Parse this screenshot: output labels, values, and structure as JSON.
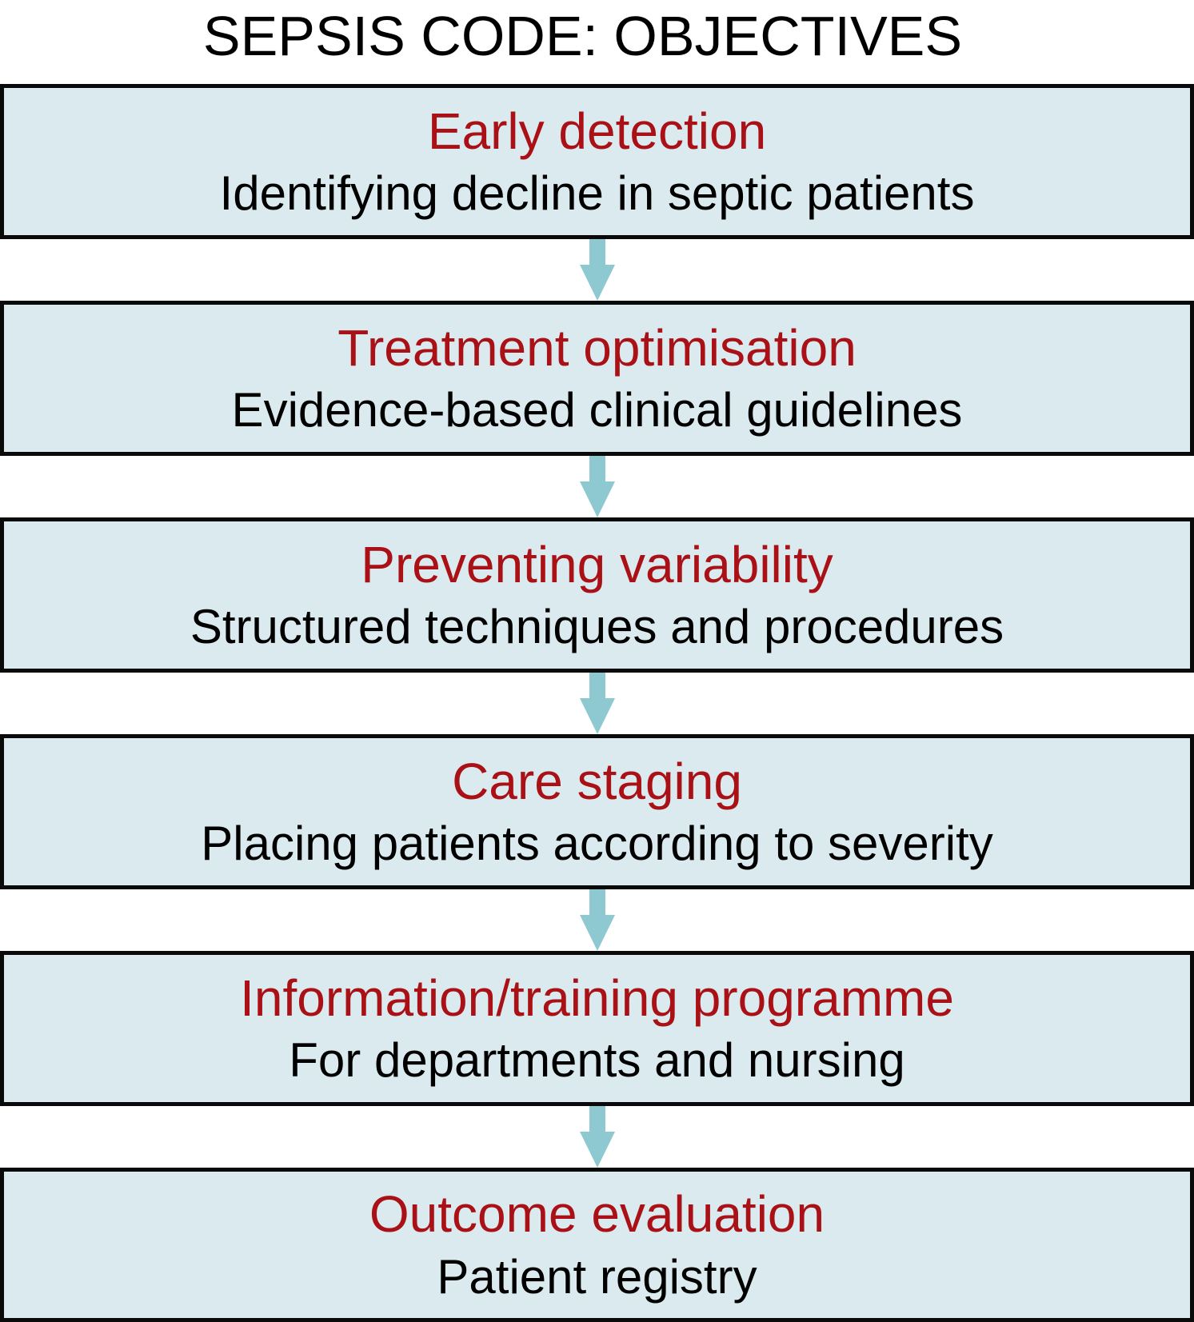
{
  "title": "SEPSIS CODE: OBJECTIVES",
  "colors": {
    "box_fill": "#daeaee",
    "box_border": "#0a0a0a",
    "heading_red": "#a91116",
    "arrow_teal": "#8ec9d2",
    "text_black": "#000000"
  },
  "flow": {
    "arrow_icon": "down-arrow-icon",
    "steps": [
      {
        "heading": "Early detection",
        "subtitle": "Identifying decline in septic patients"
      },
      {
        "heading": "Treatment optimisation",
        "subtitle": "Evidence-based clinical guidelines"
      },
      {
        "heading": "Preventing variability",
        "subtitle": "Structured techniques and procedures"
      },
      {
        "heading": "Care staging",
        "subtitle": "Placing patients according to severity"
      },
      {
        "heading": "Information/training programme",
        "subtitle": "For departments and nursing"
      },
      {
        "heading": "Outcome evaluation",
        "subtitle": "Patient registry"
      }
    ]
  }
}
